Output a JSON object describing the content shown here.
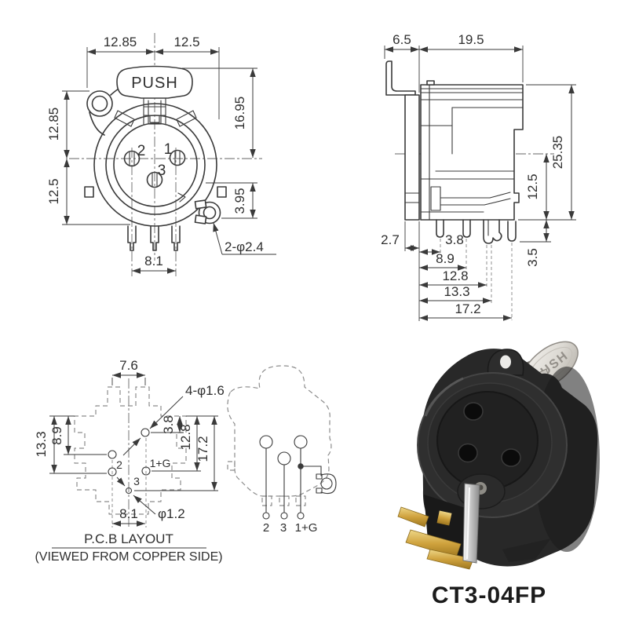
{
  "front_view": {
    "push_label": "PUSH",
    "pin_labels": {
      "pin1": "1",
      "pin2": "2",
      "pin3": "3"
    },
    "dims": {
      "width_left": "12.85",
      "width_right": "12.5",
      "height_upper": "12.85",
      "height_lower": "12.5",
      "height_right_upper": "16.95",
      "height_right_lower": "3.95",
      "pin_span": "8.1",
      "ground_holes_note": "2-φ2.4"
    }
  },
  "side_view": {
    "dims": {
      "latch_depth": "6.5",
      "body_depth": "19.5",
      "total_height": "25.35",
      "lower_height": "12.5",
      "pin_protrusion": "3.5",
      "flange_offset": "2.7",
      "pin_a_offset": "3.8",
      "pin_b_offset": "8.9",
      "pin_c_offset": "12.8",
      "lug_a_offset": "13.3",
      "lug_b_offset": "17.2"
    }
  },
  "pcb_layout": {
    "dims": {
      "tab_span": "7.6",
      "left_outer": "13.3",
      "left_inner": "8.9",
      "right_upper": "3.8",
      "right_mid": "12.8",
      "right_outer": "17.2",
      "pad_span": "8.1"
    },
    "notes": {
      "pin_holes": "4-φ1.6",
      "small_hole": "φ1.2"
    },
    "pads": {
      "pad2": "2",
      "pad3": "3",
      "pad1g": "1+G"
    },
    "caption": "P.C.B LAYOUT",
    "caption_sub": "(VIEWED FROM COPPER SIDE)"
  },
  "schematic": {
    "terminals": {
      "t2": "2",
      "t3": "3",
      "t1g": "1+G"
    }
  },
  "photo": {
    "push_label": "PUSH"
  },
  "part_number": "CT3-04FP",
  "colors": {
    "line": "#3a3a3a",
    "dashed": "#8c8c8c",
    "centerline": "#666666",
    "photo_body": "#282828",
    "metal": "#d8d5cf",
    "gold": "#cfa23d"
  }
}
